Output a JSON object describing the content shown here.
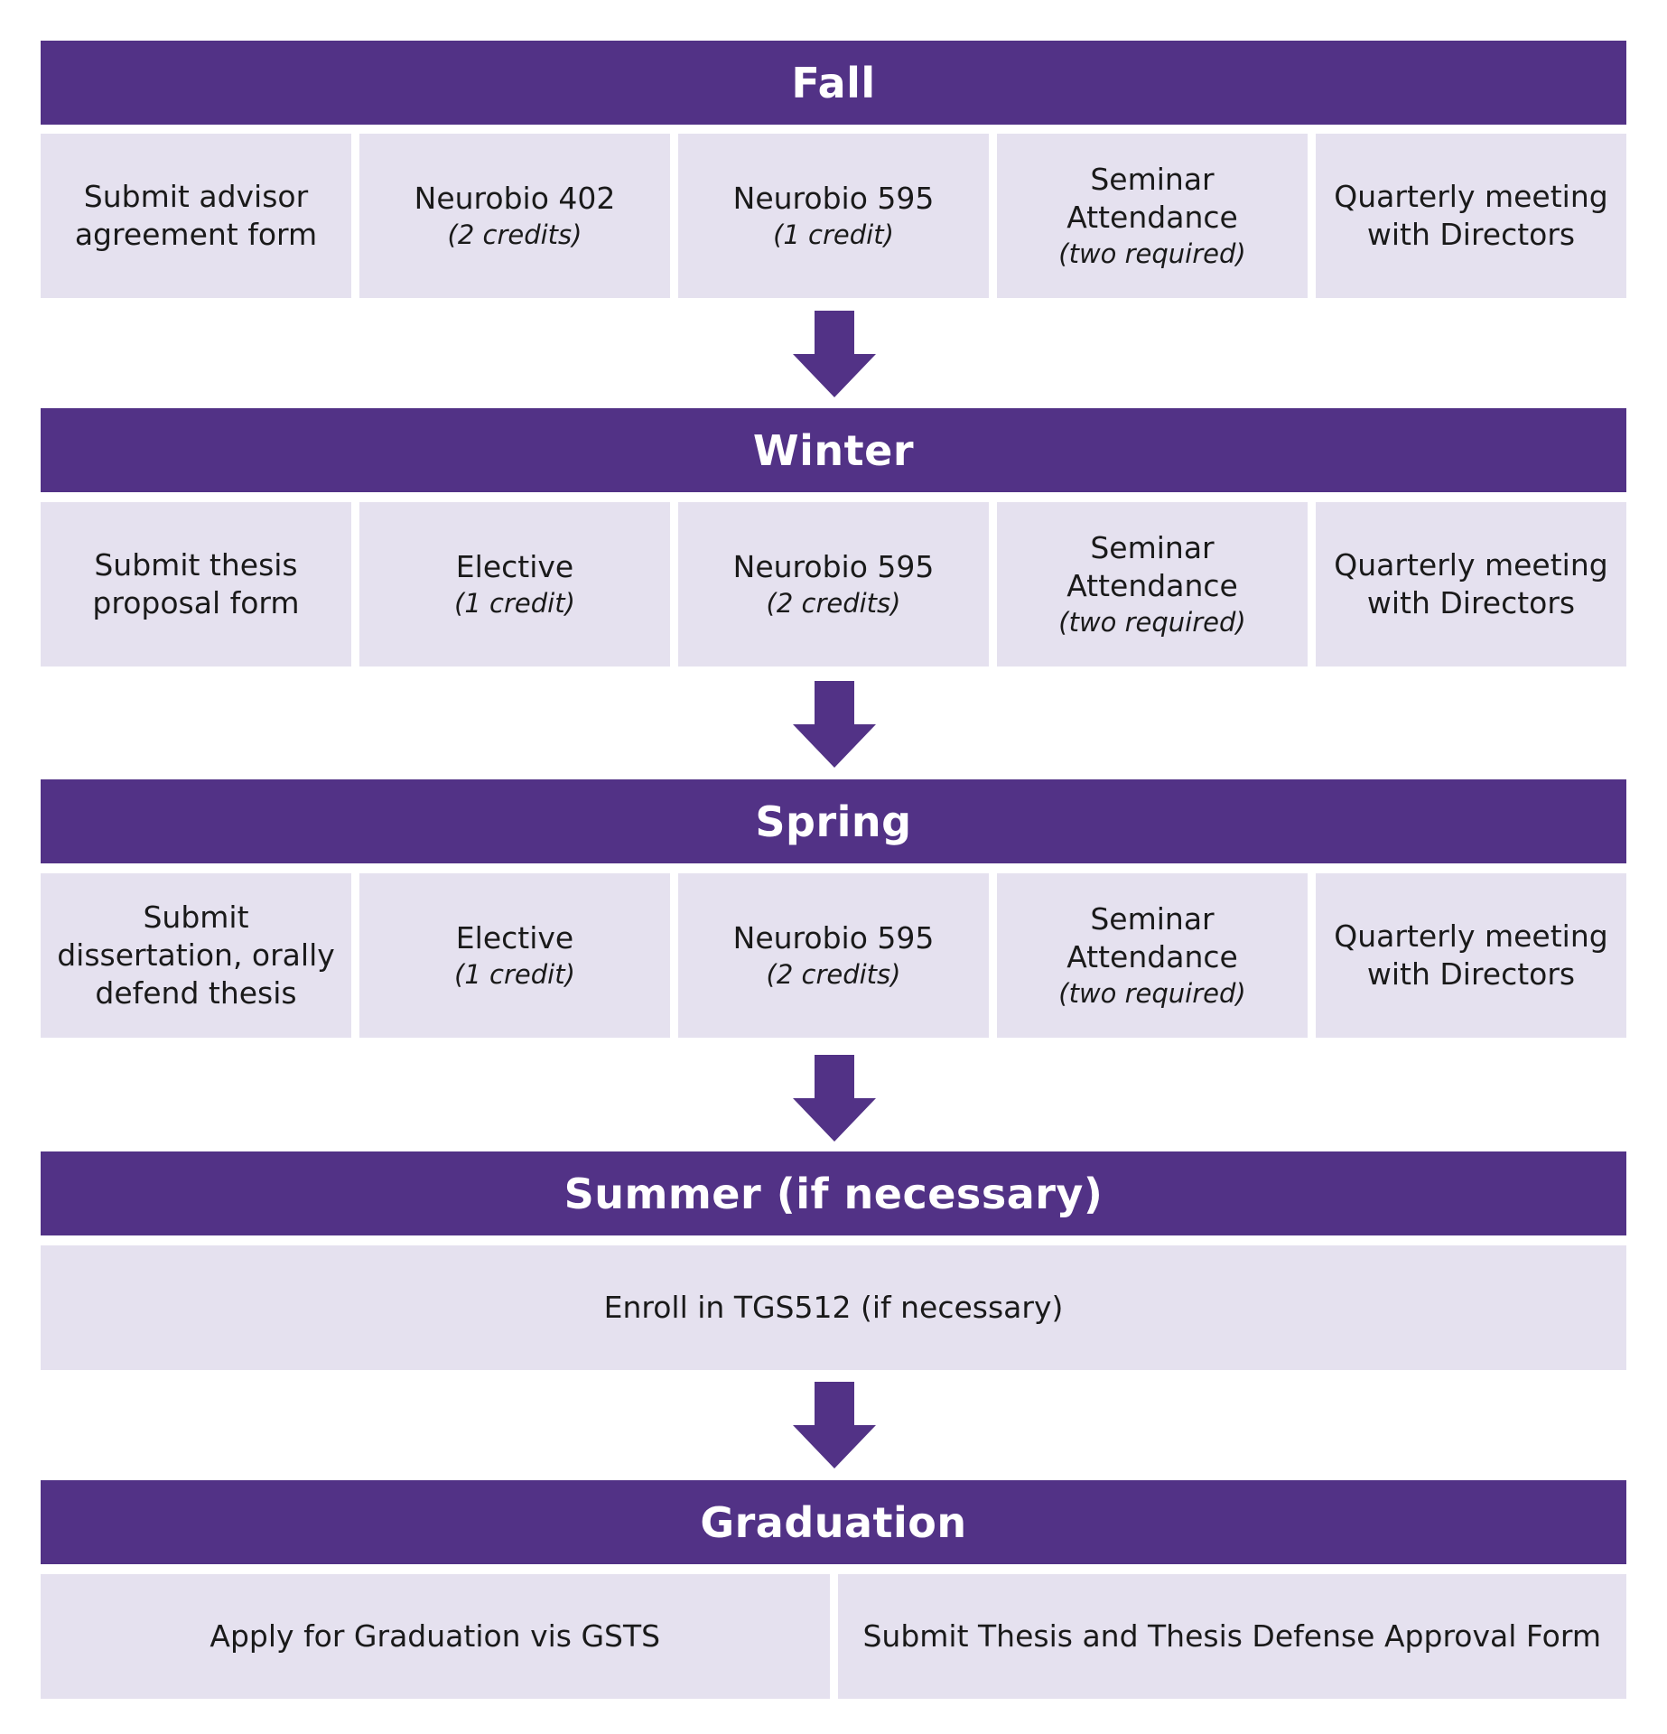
{
  "stages": [
    {
      "title": "Fall",
      "items": [
        {
          "main": "Submit advisor\nagreement form",
          "note": ""
        },
        {
          "main": "Neurobio 402",
          "note": "(2 credits)"
        },
        {
          "main": "Neurobio 595",
          "note": "(1 credit)"
        },
        {
          "main": "Seminar\nAttendance",
          "note": "(two required)"
        },
        {
          "main": "Quarterly meeting\nwith Directors",
          "note": ""
        }
      ]
    },
    {
      "title": "Winter",
      "items": [
        {
          "main": "Submit thesis\nproposal form",
          "note": ""
        },
        {
          "main": "Elective",
          "note": "(1 credit)"
        },
        {
          "main": "Neurobio 595",
          "note": "(2 credits)"
        },
        {
          "main": "Seminar\nAttendance",
          "note": "(two required)"
        },
        {
          "main": "Quarterly meeting\nwith Directors",
          "note": ""
        }
      ]
    },
    {
      "title": "Spring",
      "items": [
        {
          "main": "Submit\ndissertation, orally\ndefend thesis",
          "note": ""
        },
        {
          "main": "Elective",
          "note": "(1 credit)"
        },
        {
          "main": "Neurobio 595",
          "note": "(2 credits)"
        },
        {
          "main": "Seminar\nAttendance",
          "note": "(two required)"
        },
        {
          "main": "Quarterly meeting\nwith Directors",
          "note": ""
        }
      ]
    },
    {
      "title": "Summer (if necessary)",
      "items": [
        {
          "main": "Enroll in TGS512 (if necessary)",
          "note": ""
        }
      ]
    },
    {
      "title": "Graduation",
      "items": [
        {
          "main": "Apply for Graduation vis GSTS",
          "note": ""
        },
        {
          "main": "Submit Thesis and Thesis Defense Approval Form",
          "note": ""
        }
      ]
    }
  ],
  "colors": {
    "header": "#523286",
    "cell": "#e5e1ef",
    "arrow": "#523286"
  }
}
